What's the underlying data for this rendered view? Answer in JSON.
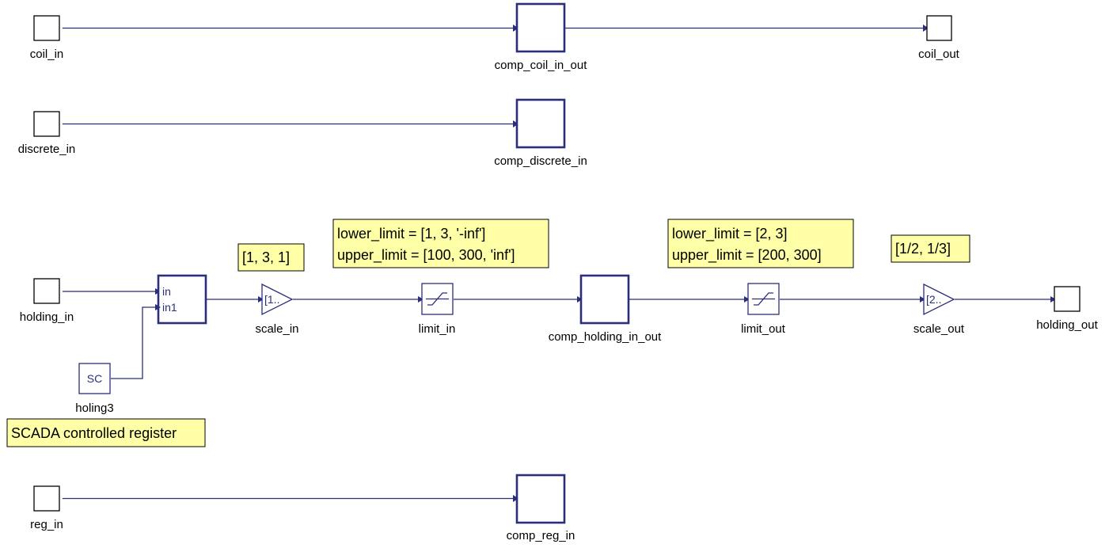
{
  "blocks": {
    "coil_in": "coil_in",
    "comp_coil_in_out": "comp_coil_in_out",
    "coil_out": "coil_out",
    "discrete_in": "discrete_in",
    "comp_discrete_in": "comp_discrete_in",
    "holding_in": "holding_in",
    "holing3": "holing3",
    "holing3_glyph": "SC",
    "mux_port_in": "in",
    "mux_port_in1": "in1",
    "scale_in": "scale_in",
    "scale_in_glyph": "[1..",
    "limit_in": "limit_in",
    "comp_holding_in_out": "comp_holding_in_out",
    "limit_out": "limit_out",
    "scale_out": "scale_out",
    "scale_out_glyph": "[2..",
    "holding_out": "holding_out",
    "reg_in": "reg_in",
    "comp_reg_in": "comp_reg_in"
  },
  "notes": {
    "scale_in_params": "[1, 3, 1]",
    "limit_in_lower": "lower_limit = [1, 3, '-inf']",
    "limit_in_upper": "upper_limit = [100, 300, 'inf']",
    "limit_out_lower": "lower_limit = [2, 3]",
    "limit_out_upper": "upper_limit = [200, 300]",
    "scale_out_params": "[1/2, 1/3]",
    "scada_note": "SCADA controlled register"
  },
  "colors": {
    "wire": "#2b2f7a",
    "note_fill": "#ffffa8"
  }
}
